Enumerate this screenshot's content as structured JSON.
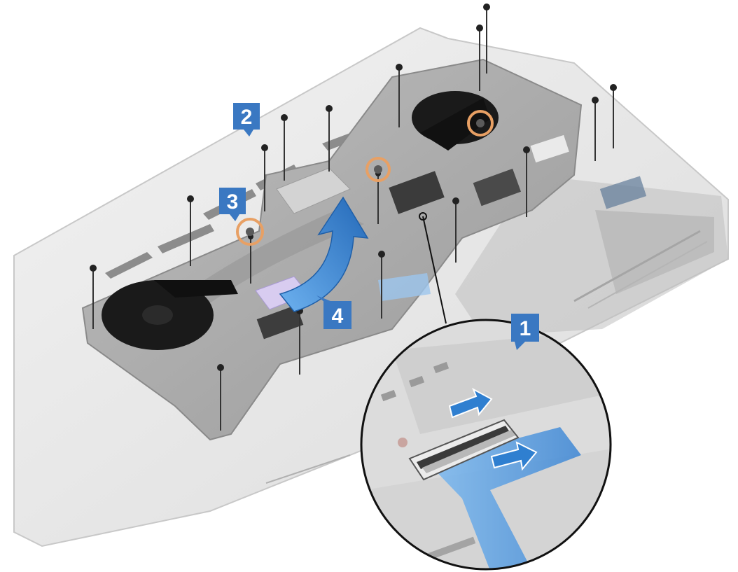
{
  "figure": {
    "callouts": [
      {
        "id": "callout-1",
        "label": "1"
      },
      {
        "id": "callout-2",
        "label": "2"
      },
      {
        "id": "callout-3",
        "label": "3"
      },
      {
        "id": "callout-4",
        "label": "4"
      }
    ]
  },
  "colors": {
    "callout_blue": "#3a78c2",
    "arrow_blue": "#2f7fd0",
    "screw_ring_orange": "#e8a064",
    "plate_grey": "#a9a9a9",
    "chassis_white": "#ececec",
    "cable_blue": "#5aa3e6",
    "fan_black": "#1a1a1a"
  },
  "icons": {
    "screw": "screw-icon",
    "lift_arrow": "curved-arrow-icon",
    "slide_arrow": "straight-arrow-icon"
  }
}
